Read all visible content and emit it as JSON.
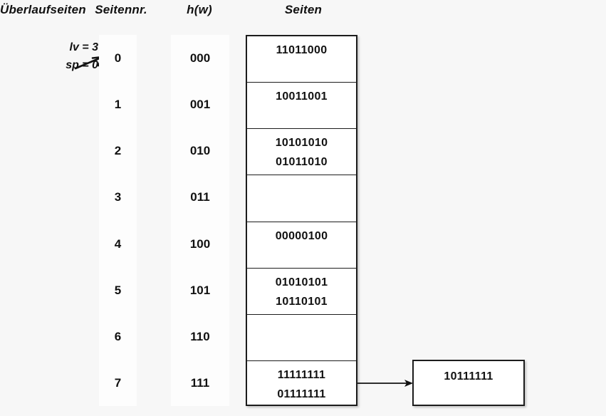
{
  "headers": {
    "seitennr": "Seitennr.",
    "hw": "h(w)",
    "seiten": "Seiten",
    "ueberlaufseiten": "Überlaufseiten"
  },
  "state": {
    "lv_label": "lv = 3",
    "sp_label": "sp = 0",
    "arrow_icon": "arrow-up-right-icon"
  },
  "colors": {
    "background": "#f7f7f7",
    "band": "#fdfdfd",
    "box_fill": "#ffffff",
    "box_border": "#1c1c1c",
    "text": "#111111"
  },
  "rows": [
    {
      "index": "0",
      "hash": "000",
      "records": [
        "11011000"
      ]
    },
    {
      "index": "1",
      "hash": "001",
      "records": [
        "10011001"
      ]
    },
    {
      "index": "2",
      "hash": "010",
      "records": [
        "10101010",
        "01011010"
      ]
    },
    {
      "index": "3",
      "hash": "011",
      "records": []
    },
    {
      "index": "4",
      "hash": "100",
      "records": [
        "00000100"
      ]
    },
    {
      "index": "5",
      "hash": "101",
      "records": [
        "01010101",
        "10110101"
      ]
    },
    {
      "index": "6",
      "hash": "110",
      "records": []
    },
    {
      "index": "7",
      "hash": "111",
      "records": [
        "11111111",
        "01111111"
      ]
    }
  ],
  "overflow": {
    "from_row_index": "7",
    "arrow_icon": "arrow-right-icon",
    "records": [
      "10111111"
    ]
  }
}
